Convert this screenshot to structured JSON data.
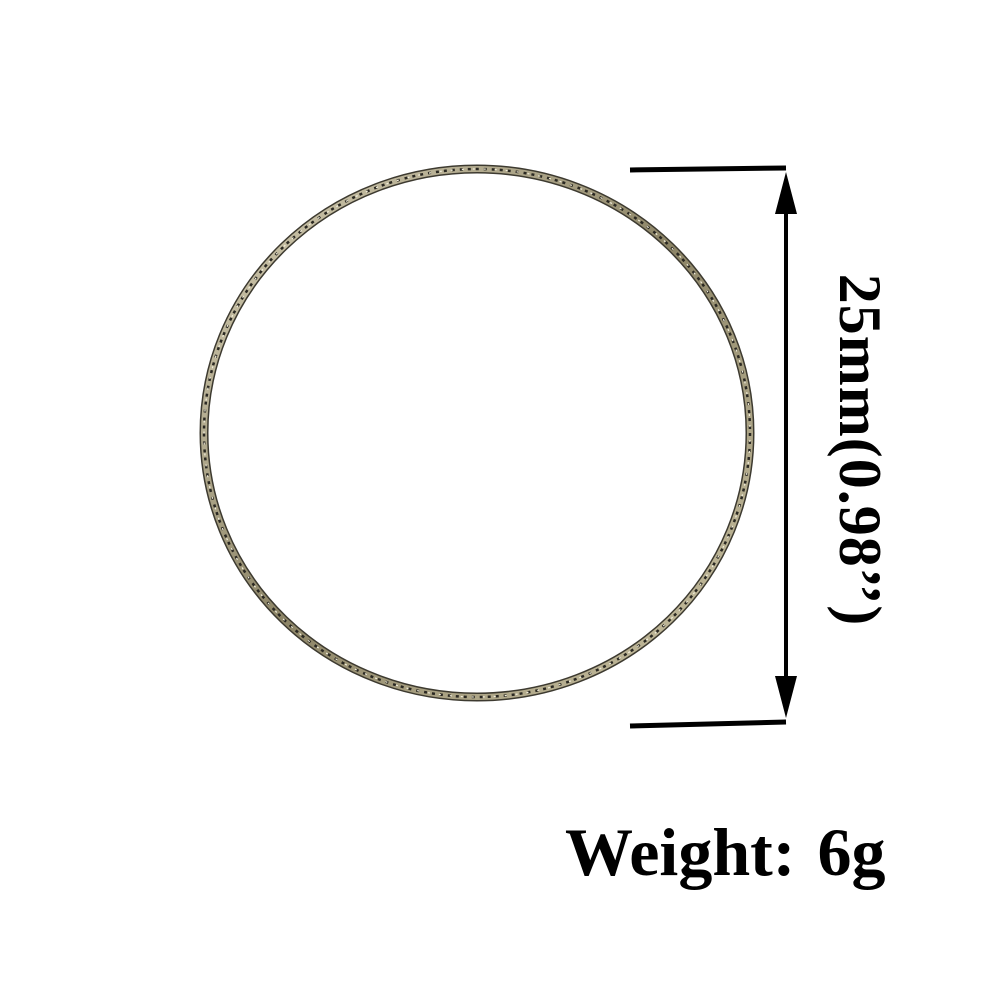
{
  "product": {
    "name": "bangle-ring",
    "finish_color": "#b3aa8e"
  },
  "dimension": {
    "label": "25mm(0.98’’)",
    "color": "#000000"
  },
  "weight": {
    "label": "Weight:",
    "value": "6g"
  }
}
